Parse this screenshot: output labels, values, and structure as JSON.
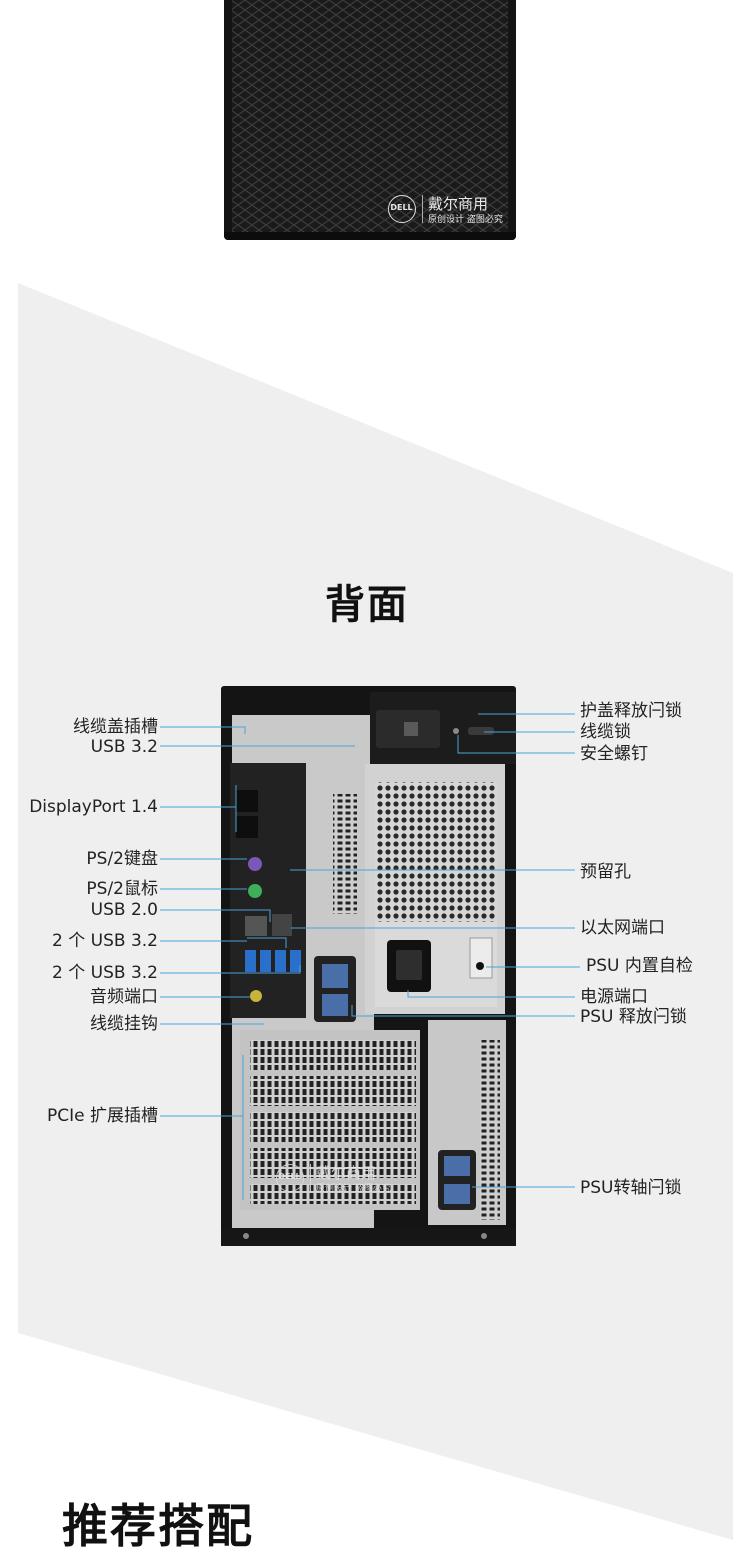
{
  "brand": {
    "logo_text": "DELL",
    "name": "戴尔商用",
    "tagline": "原创设计 盗图必究"
  },
  "rear_section": {
    "title": "背面"
  },
  "callouts_left": [
    {
      "id": "cable-cover-slot",
      "label": "线缆盖插槽"
    },
    {
      "id": "usb32-top",
      "label": "USB 3.2"
    },
    {
      "id": "displayport",
      "label": "DisplayPort 1.4"
    },
    {
      "id": "ps2-keyboard",
      "label": "PS/2键盘"
    },
    {
      "id": "ps2-mouse",
      "label": "PS/2鼠标"
    },
    {
      "id": "usb20",
      "label": "USB 2.0"
    },
    {
      "id": "usb32-pair-1",
      "label": "2 个 USB 3.2"
    },
    {
      "id": "usb32-pair-2",
      "label": "2 个 USB 3.2"
    },
    {
      "id": "audio-port",
      "label": "音频端口"
    },
    {
      "id": "cable-hook",
      "label": "线缆挂钩"
    },
    {
      "id": "pcie-slots",
      "label": "PCIe 扩展插槽"
    }
  ],
  "callouts_right": [
    {
      "id": "cover-release-latch",
      "label": "护盖释放闩锁"
    },
    {
      "id": "cable-lock",
      "label": "线缆锁"
    },
    {
      "id": "security-screw",
      "label": "安全螺钉"
    },
    {
      "id": "reserved-hole",
      "label": "预留孔"
    },
    {
      "id": "ethernet-port",
      "label": "以太网端口"
    },
    {
      "id": "psu-self-test",
      "label": "PSU 内置自检"
    },
    {
      "id": "power-port",
      "label": "电源端口"
    },
    {
      "id": "psu-release-latch",
      "label": "PSU 释放闩锁"
    },
    {
      "id": "psu-hinge-latch",
      "label": "PSU转轴闩锁"
    }
  ],
  "bottom_section": {
    "title": "推荐搭配"
  },
  "colors": {
    "callout_line": "#4aa3d8",
    "panel_bg": "#efefef",
    "case_black": "#151515"
  }
}
